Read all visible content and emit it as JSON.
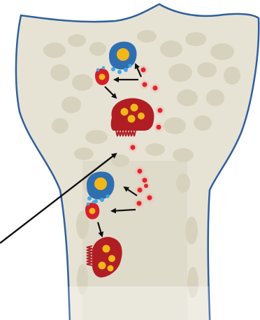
{
  "figure": {
    "colors": {
      "background": "#ffffff",
      "bone_fill": "#e6e3d5",
      "bone_outline": "#2f5f9e",
      "trabecula": "#d7d2bd",
      "marrow_band": "#dcd7c4",
      "osteoclast": "#b01e23",
      "osteoclast_nucleus": "#f2b81a",
      "precursor_outer": "#2f6fb0",
      "precursor_nucleus": "#f2b81a",
      "progenitor": "#d4202a",
      "progenitor_nucleus": "#f2b81a",
      "signal_dot": "#e3242b",
      "signal_glow": "#f4a6a6",
      "granule": "#3ea8e6",
      "arrow": "#111111"
    },
    "cell_sites": [
      {
        "precursor": "blue-macrophage-cell",
        "progenitor": "red-progenitor-cell",
        "osteoclast": "multinucleated-osteoclast",
        "signal_dots": 6
      },
      {
        "precursor": "blue-macrophage-cell",
        "progenitor": "red-progenitor-cell",
        "osteoclast": "multinucleated-osteoclast",
        "signal_dots": 6
      }
    ],
    "pointer": "long-black-pointer-line"
  }
}
